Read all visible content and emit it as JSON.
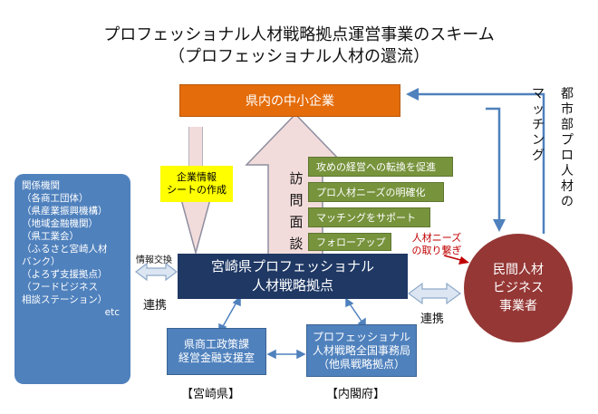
{
  "title": {
    "line1": "プロフェッショナル人材戦略拠点運営事業のスキーム",
    "line2": "（プロフェッショナル人材の還流）"
  },
  "top_box": "県内の中小企業",
  "vertical_label": {
    "c1": "訪",
    "c2": "問",
    "c3": "面",
    "c4": "談"
  },
  "right_vertical": {
    "col1": [
      "都",
      "市",
      "部",
      "プ",
      "ロ",
      "人",
      "材",
      "の"
    ],
    "col2": [
      "マ",
      "ッ",
      "チ",
      "ン",
      "グ"
    ]
  },
  "yellow_box": {
    "line1": "企業情報",
    "line2": "シートの作成"
  },
  "green_items": [
    "攻めの経営への転換を促進",
    "プロ人材ニーズの明確化",
    "マッチングをサポート",
    "フォローアップ"
  ],
  "needs_label": {
    "line1": "人材ニーズ",
    "line2": "の取り繋ぎ"
  },
  "hub": {
    "line1": "宮崎県プロフェッショナル",
    "line2": "人材戦略拠点"
  },
  "left_panel": {
    "lines": [
      "関係機関",
      "（各商工団体）",
      "（県産業振興機構）",
      "（地域金融機関）",
      "（県工業会）",
      "（ふるさと宮崎人材",
      "バンク）",
      "（よろず支援拠点）",
      "（フードビジネス",
      "相談ステーション）"
    ],
    "etc": "etc"
  },
  "info_exchange": "情報交換",
  "link_left": "連携",
  "link_right": "連携",
  "private_circle": {
    "line1": "民間人材",
    "line2": "ビジネス",
    "line3": "事業者"
  },
  "bottom_left": {
    "line1": "県商工政策課",
    "line2": "経営金融支援室",
    "caption": "【宮崎県】"
  },
  "bottom_right": {
    "line1": "プロフェッショナル",
    "line2": "人材戦略全国事務局",
    "line3": "（他県戦略拠点）",
    "caption": "【内閣府】"
  },
  "colors": {
    "orange": "#e46c0a",
    "navy": "#1f3864",
    "blue": "#4f81bd",
    "green": "#77933c",
    "yellow": "#ffff00",
    "maroon": "#953735",
    "arrow_fill": "#f2dcdb",
    "arrow_stroke": "#8e8ea0",
    "needs_red": "#c00000"
  }
}
